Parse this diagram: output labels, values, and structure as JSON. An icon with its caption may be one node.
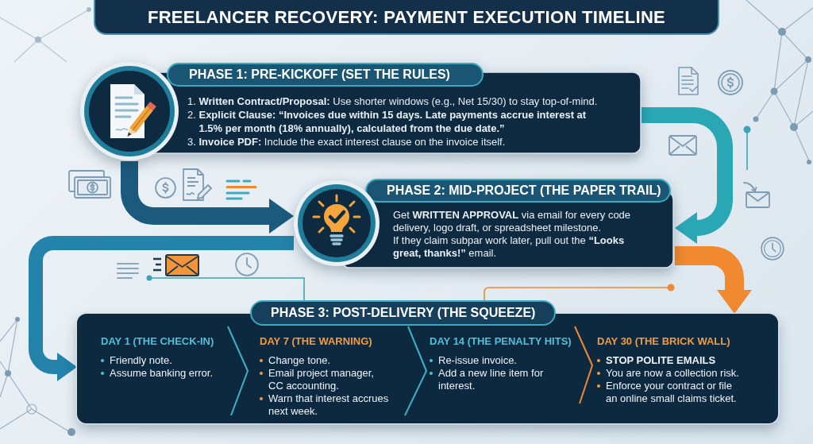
{
  "diagram": {
    "title": "FREELANCER RECOVERY: PAYMENT EXECUTION TIMELINE",
    "nodes": [
      {
        "text": [
          "PHASE 1: PRE-KICKOFF (SET THE RULES)",
          "1. **Written Contract/Proposal:** Use shorter windows (e.g., Net 15/30) to stay top-of-mind.",
          "2. **Explicit Clause: “Invoices due within 15 days. Late payments accrue interest at 1.5% per month (18% annually), calculated from the due date.”**",
          "3. **Invoice PDF:** Include the exact interest clause on the invoice itself."
        ]
      },
      {
        "text": [
          "PHASE 2: MID-PROJECT (THE PAPER TRAIL)",
          "Get **WRITTEN APPROVAL** via email for every code delivery, logo draft, or spreadsheet milestone.",
          "If they claim subpar work later, pull out the **“Looks great, thanks!”** email."
        ]
      },
      {
        "text": [
          "PHASE 3: POST-DELIVERY (THE SQUEEZE)"
        ]
      },
      {
        "text": [
          "DAY 1 (THE CHECK-IN)",
          "Friendly note.",
          "Assume banking error."
        ],
        "in": 2
      },
      {
        "text": [
          "DAY 7 (THE WARNING)",
          "Change tone.",
          "Email project manager, CC accounting.",
          "Warn that interest accrues next week."
        ],
        "in": 2
      },
      {
        "text": [
          "DAY 14 (THE PENALTY HITS)",
          "Re-issue invoice.",
          "Add a new line item for interest."
        ],
        "in": 2
      },
      {
        "text": [
          "DAY 30 (THE BRICK WALL)",
          "STOP POLITE EMAILS",
          "You are now a collection risk.",
          "Enforce your contract or file an online small claims ticket."
        ],
        "in": 2
      }
    ],
    "edges": [
      {
        "from": 0,
        "to": 1,
        "arrow": "to",
        "style": "thick",
        "color": "#1c5a7d"
      },
      {
        "from": 0,
        "to": 1,
        "arrow": "to",
        "style": "thick",
        "color": "#2aa7b5"
      },
      {
        "from": 1,
        "to": 6,
        "arrow": "to",
        "style": "thick",
        "color": "#f0892f"
      },
      {
        "from": 1,
        "to": 3,
        "arrow": "to",
        "style": "thick",
        "color": "#2383aa"
      },
      {
        "from": 3,
        "to": 4,
        "arrow": "none",
        "color": "#3fb0c6"
      },
      {
        "from": 4,
        "to": 5,
        "arrow": "none",
        "color": "#3fb0c6"
      },
      {
        "from": 5,
        "to": 6,
        "arrow": "none",
        "color": "#f0892f"
      }
    ]
  }
}
